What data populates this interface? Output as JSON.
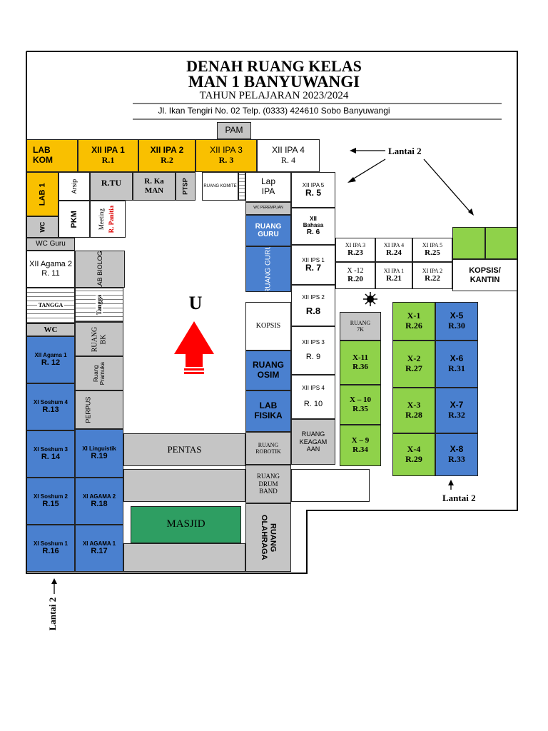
{
  "header": {
    "title1": "DENAH RUANG KELAS",
    "title2": "MAN 1 BANYUWANGI",
    "year": "TAHUN PELAJARAN 2023/2024",
    "address": "Jl. Ikan Tengiri No. 02 Telp. (0333) 424610 Sobo Banyuwangi"
  },
  "rooms": {
    "pam": "PAM",
    "lab_kom": "LAB KOM",
    "xii_ipa1": "XII IPA 1",
    "r1": "R.1",
    "xii_ipa2": "XII IPA 2",
    "r2": "R.2",
    "xii_ipa3": "XII IPA 3",
    "r3": "R. 3",
    "xii_ipa4": "XII IPA 4",
    "r4": "R. 4",
    "lab1": "LAB 1",
    "arsip": "Arsip",
    "rtu": "R.TU",
    "rkaman": "R. Ka MAN",
    "ptsp": "PTSP",
    "ruang_komite": "RUANG KOMITE",
    "lap_ipa": "Lap IPA",
    "xii_ipa5": "XII IPA 5",
    "r5": "R. 5",
    "wc_perempuan": "WC PEREMPUAN",
    "wc": "WC",
    "pkm": "PKM",
    "meeting": "Meeting",
    "r_panitia": "R. Panitia",
    "ruang_guru1": "RUANG GURU",
    "xii_bahasa": "XII Bahasa",
    "r6": "R. 6",
    "wc_guru": "WC Guru",
    "xii_agama2": "XII Agama 2",
    "r11": "R. 11",
    "lab_biologi": "LAB BIOLOGI",
    "ruang_guru2": "RUANG GURU",
    "xii_ips1": "XII IPS 1",
    "r7": "R. 7",
    "xi_ipa3": "XI IPA 3",
    "r23": "R.23",
    "xi_ipa4": "XI IPA 4",
    "r24": "R.24",
    "xi_ipa5": "XI IPA 5",
    "r25": "R.25",
    "x12": "X -12",
    "r20": "R.20",
    "xi_ipa1": "XI IPA 1",
    "r21": "R.21",
    "xi_ipa2": "XI IPA 2",
    "r22": "R.22",
    "kopsis_kantin1": "KOPSIS/",
    "kopsis_kantin2": "KANTIN",
    "tangga1": "TANGGA",
    "tangga2": "Tangga",
    "xii_ips2": "XII IPS 2",
    "r8": "R.8",
    "kopsis": "KOPSIS",
    "ruang_7k": "RUANG 7K",
    "x1": "X-1",
    "r26": "R.26",
    "x5": "X-5",
    "r30": "R.30",
    "wc2": "WC",
    "ruang_bk": "RUANG BK",
    "xii_ips3": "XII IPS 3",
    "r9": "R. 9",
    "xii_agama1": "XII Agama 1",
    "r12": "R. 12",
    "ruang_osim": "RUANG OSIM",
    "x11": "X-11",
    "r36": "R.36",
    "x2": "X-2",
    "r27": "R.27",
    "x6": "X-6",
    "r31": "R.31",
    "ruang_pramuka": "Ruang Pramuka",
    "xi_soshum4": "XI Soshum 4",
    "r13": "R.13",
    "xii_ips4": "XII IPS 4",
    "r10": "R. 10",
    "lab_fisika": "LAB FISIKA",
    "x10": "X – 10",
    "r35": "R.35",
    "x3": "X-3",
    "r28": "R.28",
    "x7": "X-7",
    "r32": "R.32",
    "perpus": "PERPUS",
    "xi_soshum3": "XI Soshum 3",
    "r14": "R. 14",
    "xi_linguistik": "XI Linguistik",
    "r19": "R.19",
    "pentas": "PENTAS",
    "ruang_robotik": "RUANG ROBOTIK",
    "ruang_keagamaan": "RUANG KEAGAM AAN",
    "x9": "X – 9",
    "r34": "R.34",
    "x4": "X-4",
    "r29": "R.29",
    "x8": "X-8",
    "r33": "R.33",
    "ruang_drum_band": "RUANG DRUM BAND",
    "xi_soshum2": "XI Soshum 2",
    "r15": "R.15",
    "xi_agama2": "XI AGAMA 2",
    "r18": "R.18",
    "masjid": "MASJID",
    "ruang_olahraga": "RUANG OLAHRAGA",
    "xi_soshum1": "XI Soshum 1",
    "r16": "R.16",
    "xi_agama1": "XI AGAMA 1",
    "r17": "R.17"
  },
  "labels": {
    "north": "U",
    "lantai2_top": "Lantai 2",
    "lantai2_right": "Lantai 2",
    "lantai2_left": "Lantai 2"
  },
  "colors": {
    "yellow": "#f9c000",
    "gray": "#c5c5c5",
    "blue": "#4a80cf",
    "green": "#8fd24a",
    "mosque": "#2e9e62",
    "arrow": "#ff0000"
  }
}
